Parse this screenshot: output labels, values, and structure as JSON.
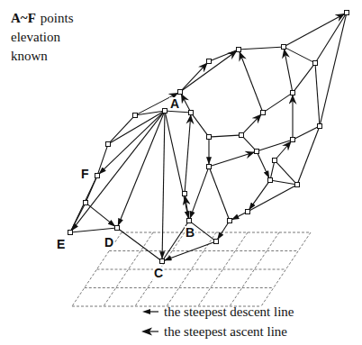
{
  "diagram": {
    "labels": [
      "A~F",
      "points elevation known",
      "A",
      "B",
      "C",
      "D",
      "E",
      "F"
    ],
    "legend": [
      {
        "text": "the steepest descent line"
      },
      {
        "text": "the steepest ascent line"
      }
    ]
  }
}
